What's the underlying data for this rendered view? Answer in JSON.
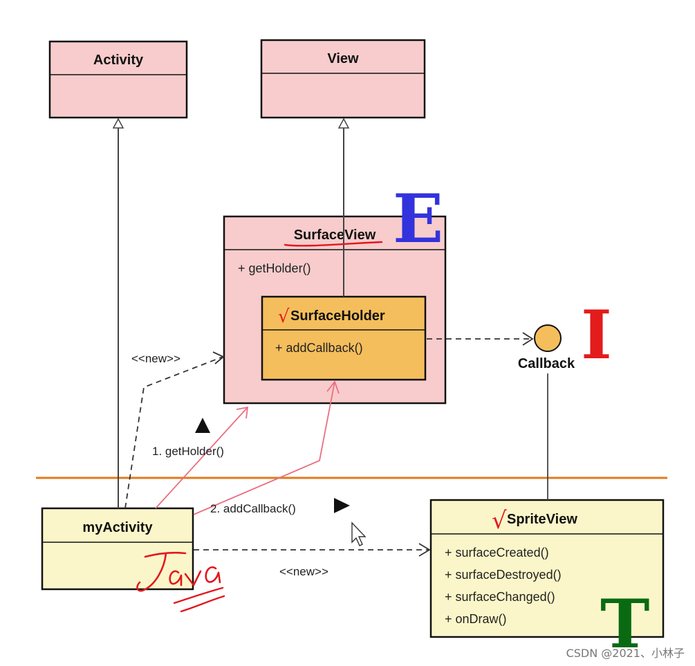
{
  "classes": {
    "activity": {
      "title": "Activity"
    },
    "view": {
      "title": "View"
    },
    "surface_view": {
      "title": "SurfaceView",
      "members": [
        "+ getHolder()"
      ]
    },
    "surface_holder": {
      "title": "SurfaceHolder",
      "members": [
        "+ addCallback()"
      ]
    },
    "my_activity": {
      "title": "myActivity"
    },
    "sprite_view": {
      "title": "SpriteView",
      "members": [
        "+ surfaceCreated()",
        "+ surfaceDestroyed()",
        "+ surfaceChanged()",
        "+ onDraw()"
      ]
    }
  },
  "interface": {
    "label": "Callback"
  },
  "labels": {
    "new_top": "<<new>>",
    "new_bottom": "<<new>>",
    "get_holder_call": "1. getHolder()",
    "add_callback_call": "2. addCallback()"
  },
  "annotations": {
    "e": "E",
    "i": "I",
    "t": "T",
    "check": "√"
  },
  "watermark": "CSDN @2021、小林子",
  "colors": {
    "class_fill": "#f8cccc",
    "holder_fill": "#f5be5c",
    "app_fill": "#fbf6c9",
    "interface_fill": "#f5be5c",
    "separator": "#e07b1d",
    "annotation_red": "#e2181d",
    "letter_e": "#3333dd",
    "letter_i": "#e41b1b",
    "letter_t": "#0a6a12",
    "pink_arrow": "#ec6d7f"
  }
}
